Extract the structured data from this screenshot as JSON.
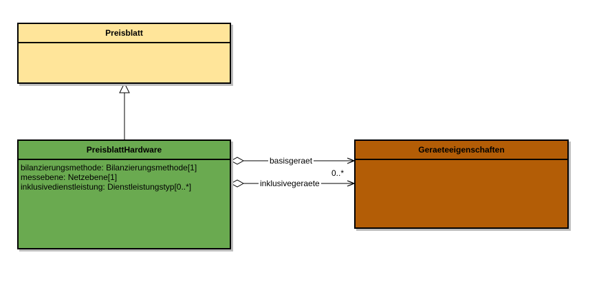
{
  "classes": {
    "preisblatt": {
      "name": "Preisblatt",
      "attributes": [],
      "fill": "#ffe59a"
    },
    "preisblatt_hardware": {
      "name": "PreisblattHardware",
      "attributes": [
        "bilanzierungsmethode: Bilanzierungsmethode[1]",
        "messebene: Netzebene[1]",
        "inklusivedienstleistung: Dienstleistungstyp[0..*]"
      ],
      "fill": "#6aaa50"
    },
    "geraeteeigenschaften": {
      "name": "Geraeteeigenschaften",
      "attributes": [],
      "fill": "#b35d06"
    }
  },
  "relations": {
    "generalization": {
      "from": "PreisblattHardware",
      "to": "Preisblatt",
      "type": "generalization"
    },
    "basisgeraet": {
      "label": "basisgeraet",
      "from": "PreisblattHardware",
      "to": "Geraeteeigenschaften",
      "type": "aggregation"
    },
    "inklusivegeraete": {
      "label": "inklusivegeraete",
      "multiplicity": "0..*",
      "from": "PreisblattHardware",
      "to": "Geraeteeigenschaften",
      "type": "aggregation"
    }
  },
  "colors": {
    "line": "#000000",
    "shadow": "#bdbdbd"
  }
}
